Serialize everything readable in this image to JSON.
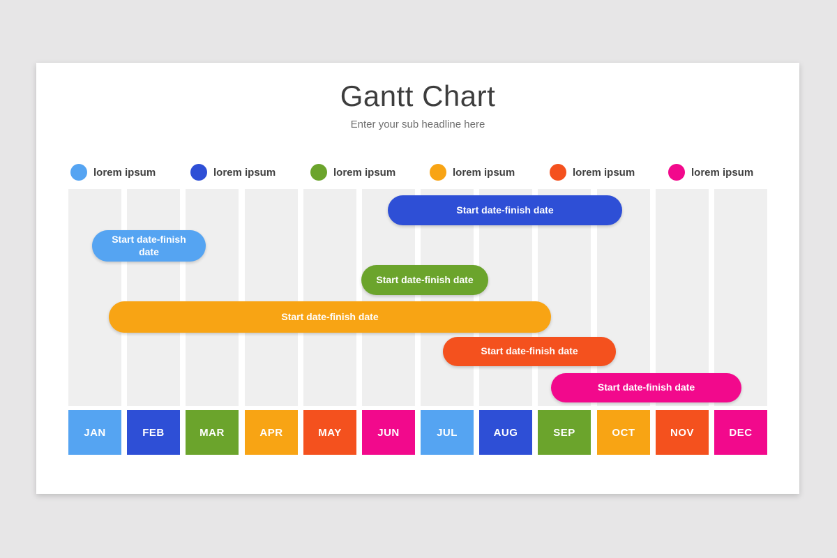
{
  "page": {
    "background": "#e7e6e7"
  },
  "slide": {
    "title": "Gantt Chart",
    "subtitle": "Enter your sub headline here"
  },
  "palette": {
    "light_blue": "#55a4f2",
    "blue": "#2e4fd6",
    "green": "#6ba42c",
    "amber": "#f8a414",
    "orange_red": "#f4511e",
    "pink": "#f2098c",
    "lane_gray": "#efefef",
    "title_gray": "#3d3d3d",
    "subtitle_gray": "#6f6f6f"
  },
  "legend": {
    "items": [
      {
        "label": "lorem ipsum",
        "color": "#55a4f2"
      },
      {
        "label": "lorem ipsum",
        "color": "#2e4fd6"
      },
      {
        "label": "lorem ipsum",
        "color": "#6ba42c"
      },
      {
        "label": "lorem ipsum",
        "color": "#f8a414"
      },
      {
        "label": "lorem ipsum",
        "color": "#f4511e"
      },
      {
        "label": "lorem ipsum",
        "color": "#f2098c"
      }
    ]
  },
  "months": [
    {
      "label": "JAN",
      "color": "#55a4f2"
    },
    {
      "label": "FEB",
      "color": "#2e4fd6"
    },
    {
      "label": "MAR",
      "color": "#6ba42c"
    },
    {
      "label": "APR",
      "color": "#f8a414"
    },
    {
      "label": "MAY",
      "color": "#f4511e"
    },
    {
      "label": "JUN",
      "color": "#f2098c"
    },
    {
      "label": "JUL",
      "color": "#55a4f2"
    },
    {
      "label": "AUG",
      "color": "#2e4fd6"
    },
    {
      "label": "SEP",
      "color": "#6ba42c"
    },
    {
      "label": "OCT",
      "color": "#f8a414"
    },
    {
      "label": "NOV",
      "color": "#f4511e"
    },
    {
      "label": "DEC",
      "color": "#f2098c"
    }
  ],
  "chart_data": {
    "type": "gantt",
    "title": "Gantt Chart",
    "subtitle": "Enter your sub headline here",
    "x_categories": [
      "JAN",
      "FEB",
      "MAR",
      "APR",
      "MAY",
      "JUN",
      "JUL",
      "AUG",
      "SEP",
      "OCT",
      "NOV",
      "DEC"
    ],
    "x_range_months": [
      1,
      13
    ],
    "legend_entries": [
      "lorem ipsum",
      "lorem ipsum",
      "lorem ipsum",
      "lorem ipsum",
      "lorem ipsum",
      "lorem ipsum"
    ],
    "grid": "vertical month lanes",
    "bars": [
      {
        "row": 1,
        "label": "Start date-finish date",
        "color": "#2e4fd6",
        "start_month": 6.4,
        "end_month": 10.4
      },
      {
        "row": 2,
        "label": "Start date-finish date",
        "color": "#55a4f2",
        "start_month": 1.4,
        "end_month": 3.3
      },
      {
        "row": 3,
        "label": "Start date-finish date",
        "color": "#6ba42c",
        "start_month": 6.0,
        "end_month": 8.2
      },
      {
        "row": 4,
        "label": "Start date-finish date",
        "color": "#f8a414",
        "start_month": 1.7,
        "end_month": 9.2
      },
      {
        "row": 5,
        "label": "Start date-finish date",
        "color": "#f4511e",
        "start_month": 7.4,
        "end_month": 10.3
      },
      {
        "row": 6,
        "label": "Start date-finish date",
        "color": "#f2098c",
        "start_month": 9.2,
        "end_month": 12.5
      }
    ]
  }
}
